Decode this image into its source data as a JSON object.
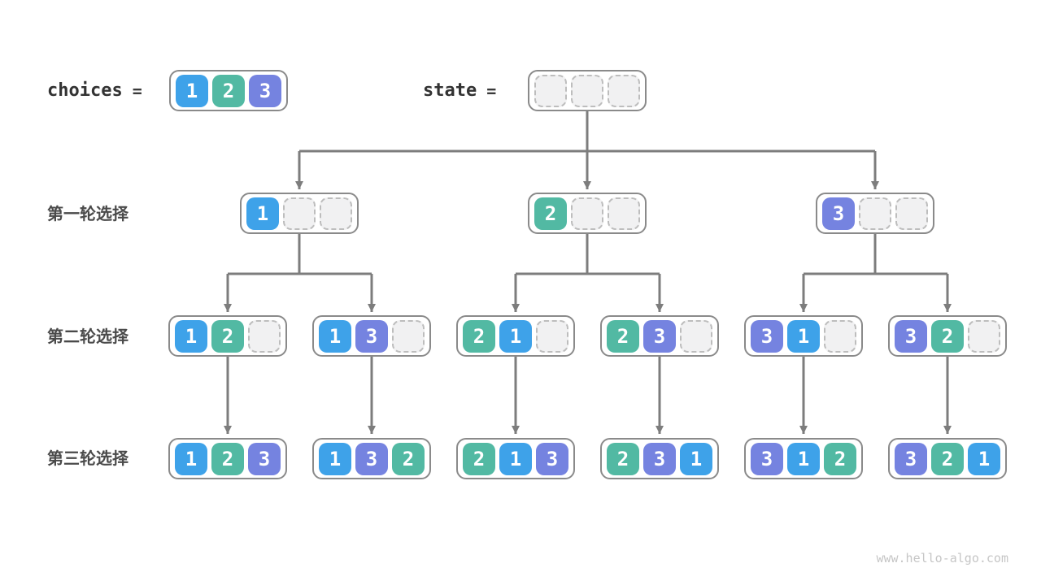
{
  "header": {
    "choices": {
      "label": "choices",
      "equals": "=",
      "cells": [
        "1",
        "2",
        "3"
      ]
    },
    "state": {
      "label": "state",
      "equals": "=",
      "cells": [
        "",
        "",
        ""
      ]
    }
  },
  "rows": [
    {
      "label": "第一轮选择",
      "boxes": [
        [
          "1",
          "",
          ""
        ],
        [
          "2",
          "",
          ""
        ],
        [
          "3",
          "",
          ""
        ]
      ]
    },
    {
      "label": "第二轮选择",
      "boxes": [
        [
          "1",
          "2",
          ""
        ],
        [
          "1",
          "3",
          ""
        ],
        [
          "2",
          "1",
          ""
        ],
        [
          "2",
          "3",
          ""
        ],
        [
          "3",
          "1",
          ""
        ],
        [
          "3",
          "2",
          ""
        ]
      ]
    },
    {
      "label": "第三轮选择",
      "boxes": [
        [
          "1",
          "2",
          "3"
        ],
        [
          "1",
          "3",
          "2"
        ],
        [
          "2",
          "1",
          "3"
        ],
        [
          "2",
          "3",
          "1"
        ],
        [
          "3",
          "1",
          "2"
        ],
        [
          "3",
          "2",
          "1"
        ]
      ]
    }
  ],
  "colors": {
    "value_1": "#3ea2e9",
    "value_2": "#52b9a3",
    "value_3": "#7583e0",
    "empty_fill": "#f1f1f2",
    "empty_border": "#bdbdbd",
    "box_border": "#8a8a8a",
    "arrow": "#7d7d7d",
    "label_text": "#4a4a4a",
    "code_text": "#333333",
    "watermark_text": "#c6c6c6"
  },
  "watermark": "www.hello-algo.com"
}
